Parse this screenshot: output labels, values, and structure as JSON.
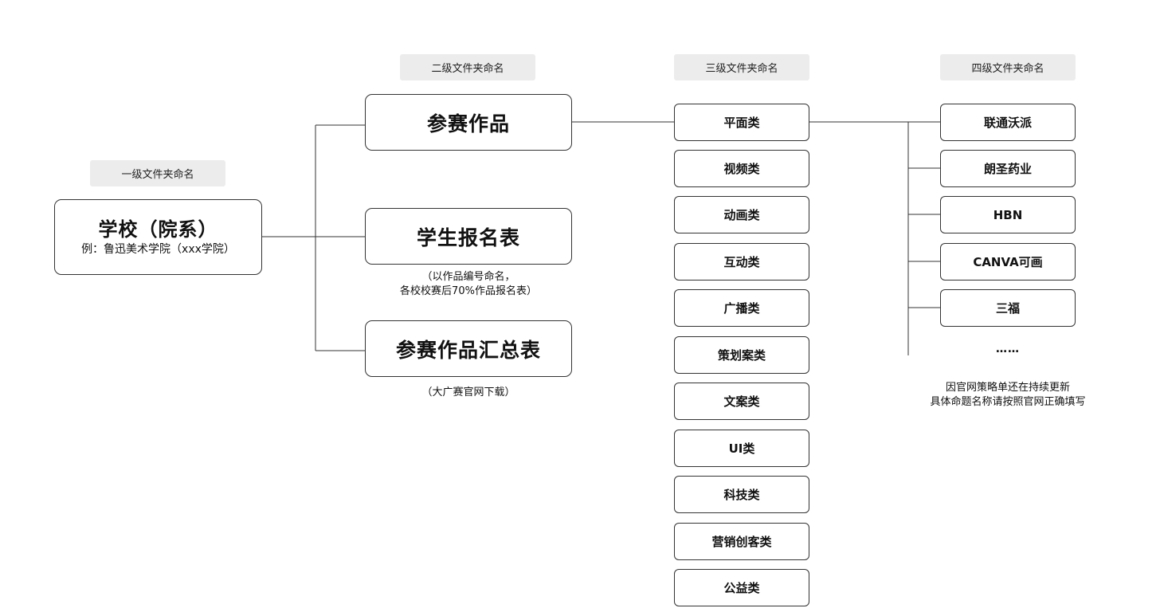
{
  "headers": {
    "level1": "一级文件夹命名",
    "level2": "二级文件夹命名",
    "level3": "三级文件夹命名",
    "level4": "四级文件夹命名"
  },
  "root": {
    "label": "学校（院系）",
    "sub": "例：鲁迅美术学院（xxx学院）"
  },
  "level2": [
    {
      "label": "参赛作品",
      "note": []
    },
    {
      "label": "学生报名表",
      "note": [
        "（以作品编号命名，",
        "各校校赛后70%作品报名表）"
      ]
    },
    {
      "label": "参赛作品汇总表",
      "note": [
        "（大广赛官网下载）"
      ]
    }
  ],
  "level3": [
    "平面类",
    "视频类",
    "动画类",
    "互动类",
    "广播类",
    "策划案类",
    "文案类",
    "UI类",
    "科技类",
    "营销创客类",
    "公益类"
  ],
  "level4": {
    "items": [
      "联通沃派",
      "朗圣药业",
      "HBN",
      "CANVA可画",
      "三福"
    ],
    "ellipsis": "……",
    "note": [
      "因官网策略单还在持续更新",
      "具体命题名称请按照官网正确填写"
    ]
  }
}
